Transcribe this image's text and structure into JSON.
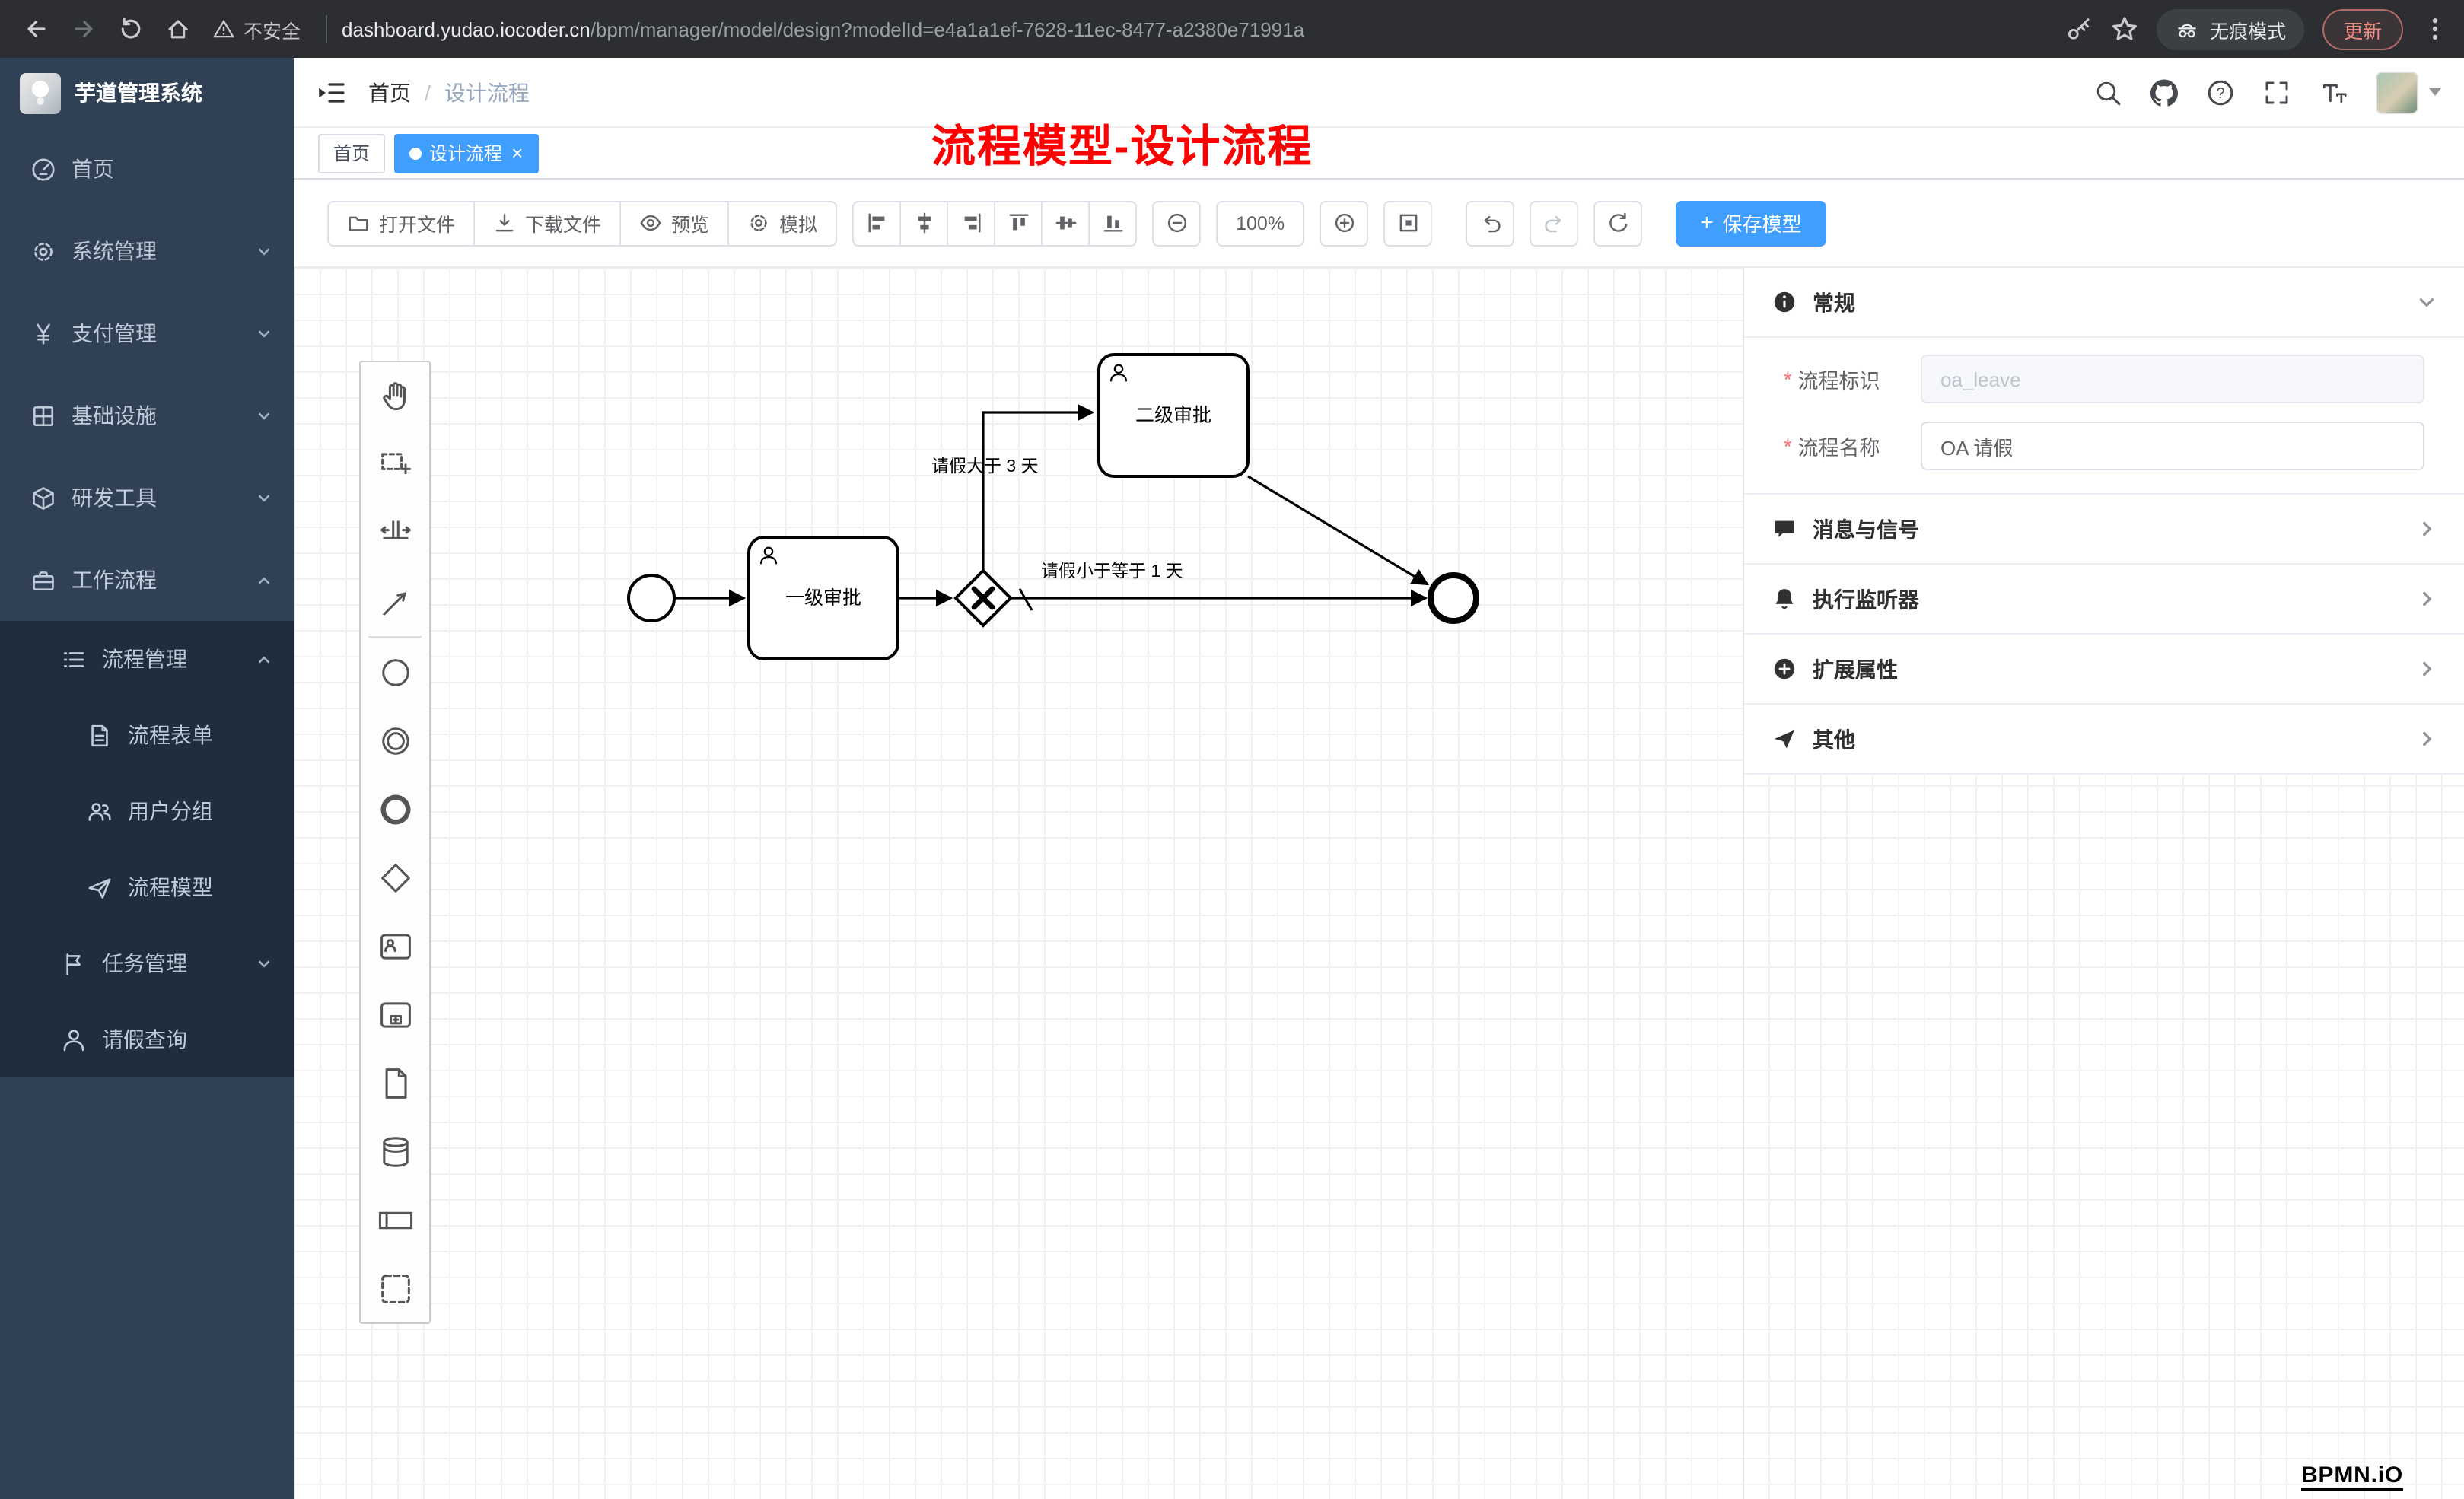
{
  "colors": {
    "accent": "#409eff",
    "sidebar_bg": "#304156",
    "submenu_bg": "#1f2d3d",
    "annotation_red": "#fe0000",
    "chrome_bg": "#2d2e31",
    "update_chip_red": "#f28b82",
    "primary_text": "#303133"
  },
  "browser": {
    "security_label": "不安全",
    "url_domain": "dashboard.yudao.iocoder.cn",
    "url_path": "/bpm/manager/model/design?modelId=e4a1a1ef-7628-11ec-8477-a2380e71991a",
    "incognito_label": "无痕模式",
    "update_label": "更新"
  },
  "sidebar": {
    "logo_title": "芋道管理系统",
    "items": {
      "home": "首页",
      "system": "系统管理",
      "payment": "支付管理",
      "infra": "基础设施",
      "devtools": "研发工具",
      "workflow": "工作流程",
      "process_mgmt": "流程管理",
      "process_form": "流程表单",
      "user_group": "用户分组",
      "process_model": "流程模型",
      "task_mgmt": "任务管理",
      "leave_query": "请假查询"
    }
  },
  "header": {
    "breadcrumb_home": "首页",
    "breadcrumb_sep": "/",
    "breadcrumb_current": "设计流程",
    "annotation": "流程模型-设计流程",
    "help_glyph": "?"
  },
  "tabs": {
    "home": "首页",
    "active": "设计流程",
    "close_glyph": "×"
  },
  "toolbar": {
    "open_file": "打开文件",
    "download_file": "下载文件",
    "preview": "预览",
    "simulate": "模拟",
    "zoom_level": "100%",
    "plus_glyph": "+",
    "save_model": "保存模型"
  },
  "diagram": {
    "task1": "一级审批",
    "task2": "二级审批",
    "flow_top": "请假大于 3 天",
    "flow_bottom": "请假小于等于 1 天"
  },
  "panel": {
    "general": "常规",
    "required_mark": "*",
    "process_key_label": "流程标识",
    "process_key_value": "oa_leave",
    "process_name_label": "流程名称",
    "process_name_value": "OA 请假",
    "messages_signals": "消息与信号",
    "execution_listener": "执行监听器",
    "extended_attrs": "扩展属性",
    "other": "其他"
  },
  "footer": {
    "bpmn_logo": "BPMN.iO"
  }
}
